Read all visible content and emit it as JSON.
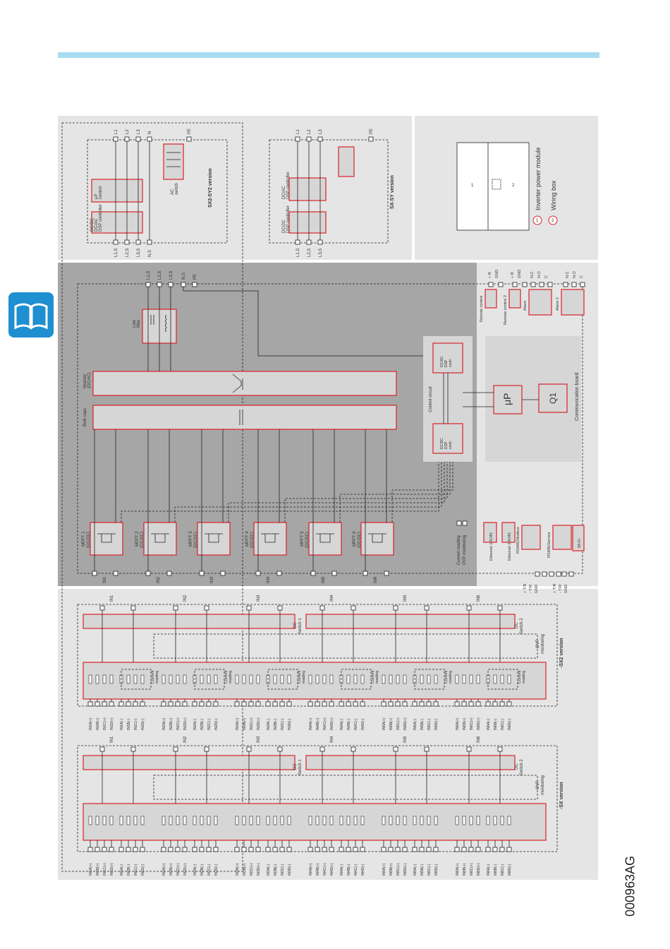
{
  "doc_id": "000963AG",
  "top_right": {
    "sx2_title": "SX2-SY2 version",
    "sx_title": "SX-SY version",
    "line_labels": [
      "L1",
      "L2",
      "L3",
      "N"
    ],
    "line_labels_sy": [
      "L1",
      "L2",
      "L3"
    ],
    "pe": "PE",
    "s_labels": [
      "L1,S",
      "L2,S",
      "L3,S",
      "N,S"
    ],
    "s_labels_sy": [
      "L1,S",
      "L2,S",
      "L3,S"
    ],
    "dcdc_block": "DC/DC\nDC/AC\nDSP controller",
    "up_block": "μP\ncontrol",
    "ac_switch": "AC\nswitch",
    "dcac_block": "DC/AC\nDSP controller",
    "dcdc_block_sy": "DC/DC\nDSP controller"
  },
  "legend": {
    "box1": "1",
    "box2": "2",
    "item1": "Inverter power module",
    "item2": "Wiring box"
  },
  "inverter": {
    "outputs": [
      "L1,S",
      "L2,S",
      "L3,S",
      "N,S",
      "PE"
    ],
    "line_filter": "Line\nfilter",
    "inverter_label": "Inverter\n(DC/AC)",
    "bulk_caps": "Bulk caps",
    "mppt": [
      "MPPT 1\n(DC/DC)",
      "MPPT 2\n(DC/DC)",
      "MPPT 3\n(DC/DC)",
      "MPPT 4\n(DC/DC)",
      "MPPT 5\n(DC/DC)",
      "MPPT 6\n(DC/DC)"
    ],
    "inputs": [
      "IN1",
      "IN2",
      "IN3",
      "IN4",
      "IN5",
      "IN6"
    ],
    "control_circuit": "Control circuit",
    "dcac_dsp": "DC/AC\nDSP\ncontr.",
    "dcdc_dsp": "DC/DC\nDSP\ncontr.",
    "current_reading": "Current reading",
    "ovp_monitoring": "OVP monitoring"
  },
  "comm": {
    "board": "Communication board",
    "up": "μP",
    "q1": "Q1",
    "remote1": "Remote control",
    "remote2": "Remote control 2",
    "alarm": "Alarm",
    "alarm2": "Alarm 2",
    "r_gnd": [
      "+ R",
      "GND"
    ],
    "nc_no_c": [
      "N.C",
      "N.O",
      "C"
    ],
    "eth1": "Ethernet 1 RJ45",
    "eth2": "Ethernet 2 RJ45",
    "rs485_modbus": "RS485/Modbus",
    "rs485_service": "RS485/Service",
    "wifi": "Wi-Fi",
    "rs_pins": [
      "+ T/R",
      "- T/R",
      "GND"
    ]
  },
  "sx2": {
    "title": "-SX2 version",
    "dc_switch1": "DC\nSwitch 1",
    "dc_switch2": "DC\nSwitch 2",
    "ovp": "OVP\nmonitoring",
    "current_reading": "Current\nreading",
    "inputs": [
      "IN1",
      "IN2",
      "IN3",
      "IN4",
      "IN5",
      "IN6"
    ]
  },
  "sx": {
    "title": "-SX version",
    "dc_switch1": "DC\nSwitch 1",
    "dc_switch2": "DC\nSwitch 2",
    "ovp": "OVP\nmonitoring",
    "inputs": [
      "IN1",
      "IN2",
      "IN3",
      "IN4",
      "IN5",
      "IN6"
    ]
  },
  "terminal_labels": [
    [
      "IN1A(+)",
      "IN1B(+)",
      "IN1C(+)",
      "IN1D(+)",
      "IN1A(-)",
      "IN1B(-)",
      "IN1C(-)",
      "IN1D(-)"
    ],
    [
      "IN2A(+)",
      "IN2B(+)",
      "IN2C(+)",
      "IN2D(+)",
      "IN2A(-)",
      "IN2B(-)",
      "IN2C(-)",
      "IN2D(-)"
    ],
    [
      "IN3A(+)",
      "IN3B(+)",
      "IN3C(+)",
      "IN3D(+)",
      "IN3A(-)",
      "IN3B(-)",
      "IN3C(-)",
      "IN3D(-)"
    ],
    [
      "IN4A(+)",
      "IN4B(+)",
      "IN4C(+)",
      "IN4D(+)",
      "IN4A(-)",
      "IN4B(-)",
      "IN4C(-)",
      "IN4D(-)"
    ],
    [
      "IN5A(+)",
      "IN5B(+)",
      "IN5C(+)",
      "IN5D(+)",
      "IN5A(-)",
      "IN5B(-)",
      "IN5C(-)",
      "IN5D(-)"
    ],
    [
      "IN6A(+)",
      "IN6B(+)",
      "IN6C(+)",
      "IN6D(+)",
      "IN6A(-)",
      "IN6B(-)",
      "IN6C(-)",
      "IN6D(-)"
    ]
  ],
  "colors": {
    "block_border": "#d8232a",
    "block_fill": "#d6d6d6",
    "panel": "#a6a6a6",
    "accent": "#1e8fd0"
  }
}
